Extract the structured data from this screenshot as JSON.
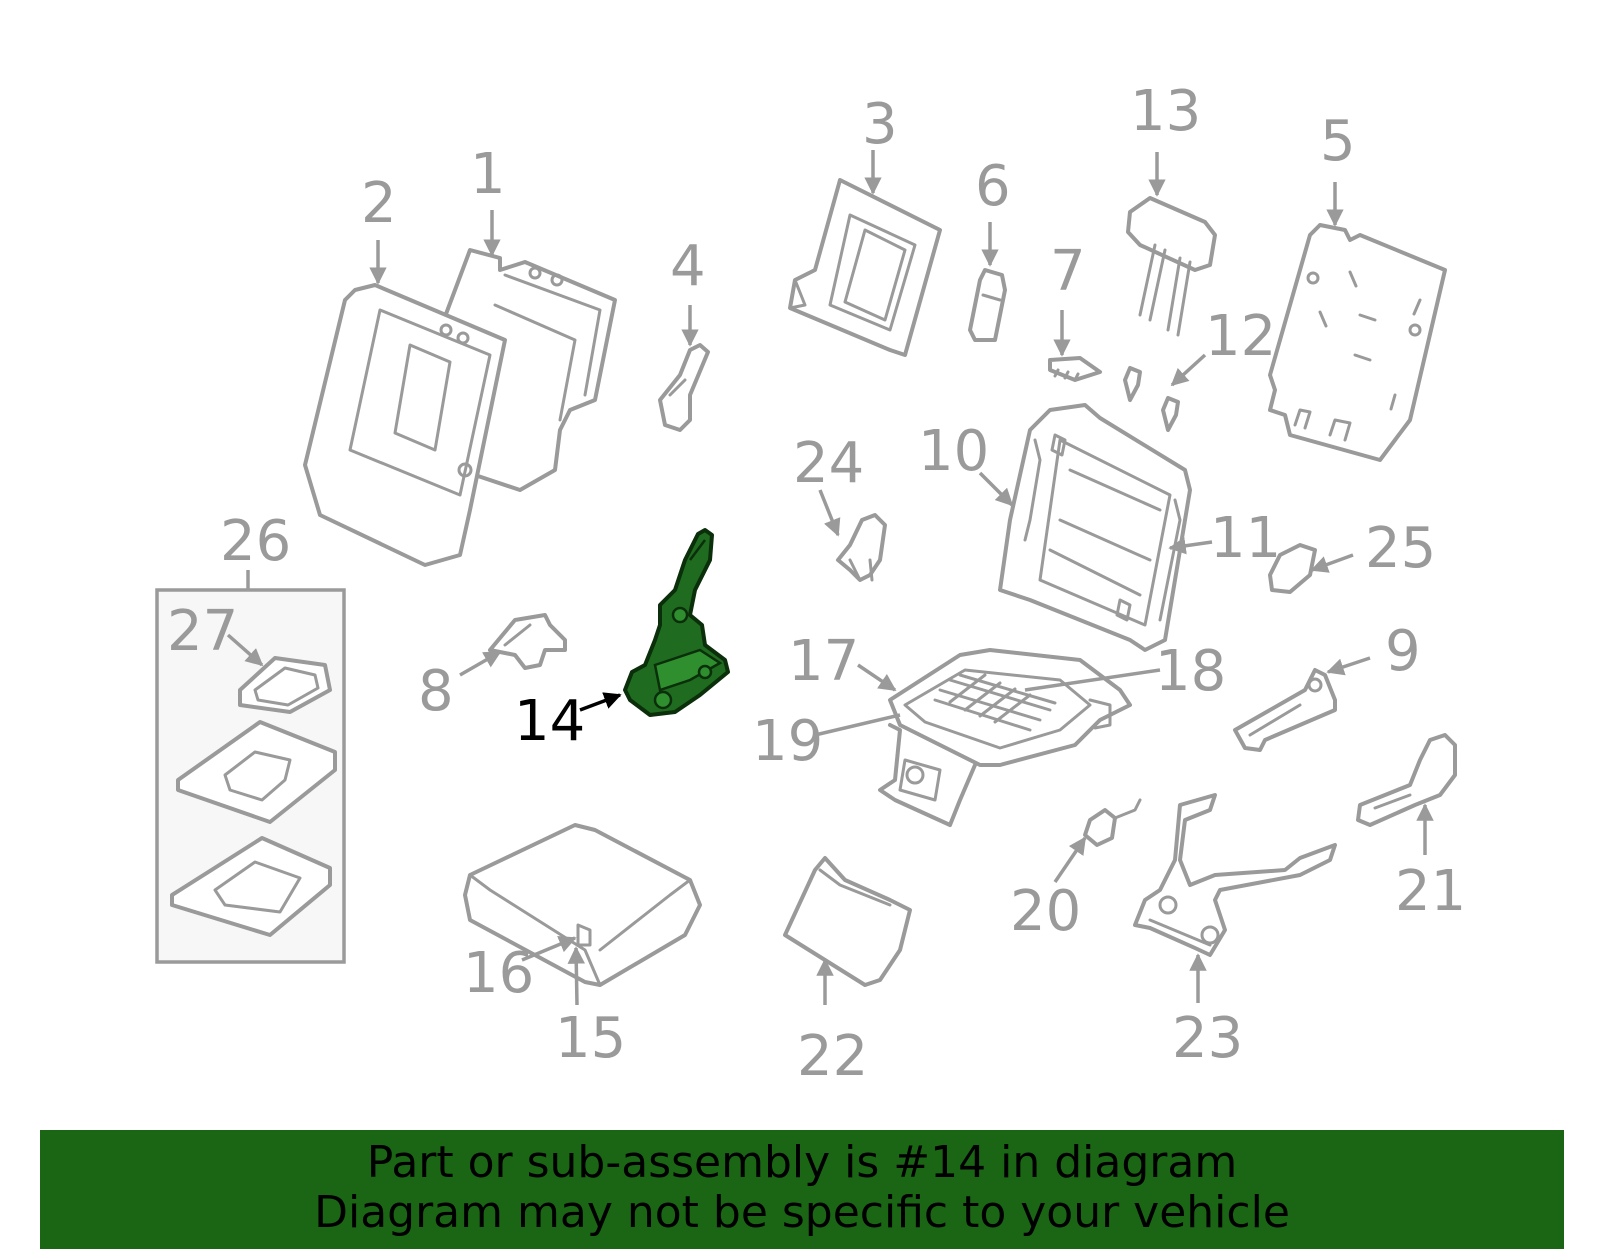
{
  "diagram": {
    "highlighted_part": "14",
    "callouts": [
      "1",
      "2",
      "3",
      "4",
      "5",
      "6",
      "7",
      "8",
      "9",
      "10",
      "11",
      "12",
      "13",
      "14",
      "15",
      "16",
      "17",
      "18",
      "19",
      "20",
      "21",
      "22",
      "23",
      "24",
      "25",
      "26",
      "27"
    ],
    "colors": {
      "line": "#9a9a9a",
      "highlight_fill": "#1f6b1f",
      "highlight_stroke": "#0b2e0b",
      "highlight_label": "#000000",
      "banner": "#1a6614"
    }
  },
  "banner": {
    "line1": "Part or sub-assembly is #14 in diagram",
    "line2": "Diagram may not be specific to your vehicle"
  }
}
